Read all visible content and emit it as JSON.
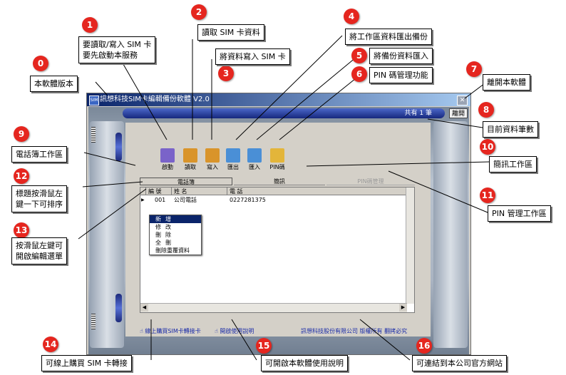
{
  "window": {
    "title": "訊想科技SIM卡編輯備份軟體 V2.0",
    "icon_label": "SIM",
    "close_glyph": "✕",
    "record_count": "共有 1 筆",
    "exit_label": "離開"
  },
  "toolbar": [
    {
      "label": "啟動",
      "icon": "sim-reader-icon",
      "color": "#7a63c9"
    },
    {
      "label": "讀取",
      "icon": "read-box-icon",
      "color": "#d9942a"
    },
    {
      "label": "寫入",
      "icon": "write-box-icon",
      "color": "#d9942a"
    },
    {
      "label": "匯出",
      "icon": "export-folder-icon",
      "color": "#4a8fd6"
    },
    {
      "label": "匯入",
      "icon": "import-folder-icon",
      "color": "#4a8fd6"
    },
    {
      "label": "PIN碼",
      "icon": "pin-code-icon",
      "color": "#e3b53a"
    }
  ],
  "tabs": {
    "phonebook": "電話簿",
    "sms": "簡訊",
    "pin": "PIN碼管理"
  },
  "grid": {
    "headers": [
      "編 號",
      "姓 名",
      "電 話"
    ],
    "rows": [
      {
        "id": "001",
        "name": "公司電話",
        "phone": "0227281375"
      }
    ]
  },
  "context_menu": [
    "新增",
    "修改",
    "刪除",
    "全刪",
    "刪除重覆資料"
  ],
  "bottom_links": {
    "buy": "線上購買SIM卡轉接卡",
    "help": "開啟使用說明",
    "company": "訊想科技股份有限公司 版權所有 翻拷必究"
  },
  "callouts": [
    {
      "num": "0",
      "text": "本軟體版本"
    },
    {
      "num": "1",
      "text": "要讀取/寫入 SIM 卡\n要先啟動本服務"
    },
    {
      "num": "2",
      "text": "讀取 SIM 卡資料"
    },
    {
      "num": "3",
      "text": "將資料寫入 SIM 卡"
    },
    {
      "num": "4",
      "text": "將工作區資料匯出備份"
    },
    {
      "num": "5",
      "text": "將備份資料匯入"
    },
    {
      "num": "6",
      "text": "PIN 碼管理功能"
    },
    {
      "num": "7",
      "text": "離開本軟體"
    },
    {
      "num": "8",
      "text": "目前資料筆數"
    },
    {
      "num": "9",
      "text": "電話簿工作區"
    },
    {
      "num": "10",
      "text": "簡訊工作區"
    },
    {
      "num": "11",
      "text": "PIN 管理工作區"
    },
    {
      "num": "12",
      "text": "標題按滑鼠左\n鍵一下可排序"
    },
    {
      "num": "13",
      "text": "按滑鼠左鍵可\n開啟編輯選單"
    },
    {
      "num": "14",
      "text": "可線上購買 SIM 卡轉接"
    },
    {
      "num": "15",
      "text": "可開啟本軟體使用說明"
    },
    {
      "num": "16",
      "text": "可連結到本公司官方網站"
    }
  ]
}
